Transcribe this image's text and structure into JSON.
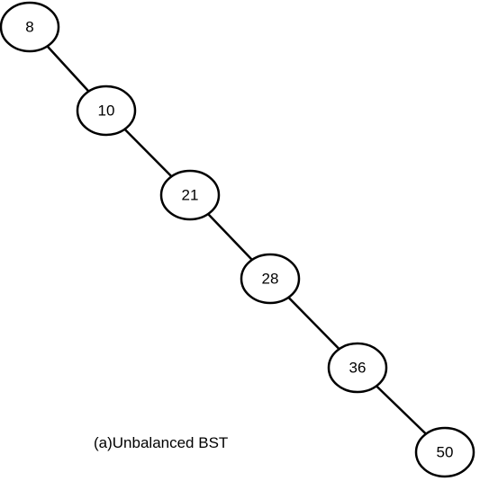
{
  "diagram": {
    "type": "binary-search-tree",
    "caption": "(a)Unbalanced BST",
    "nodes": [
      {
        "id": "n8",
        "label": "8"
      },
      {
        "id": "n10",
        "label": "10"
      },
      {
        "id": "n21",
        "label": "21"
      },
      {
        "id": "n28",
        "label": "28"
      },
      {
        "id": "n36",
        "label": "36"
      },
      {
        "id": "n50",
        "label": "50"
      }
    ],
    "edges": [
      {
        "from": "n8",
        "to": "n10",
        "side": "right"
      },
      {
        "from": "n10",
        "to": "n21",
        "side": "right"
      },
      {
        "from": "n21",
        "to": "n28",
        "side": "right"
      },
      {
        "from": "n28",
        "to": "n36",
        "side": "right"
      },
      {
        "from": "n36",
        "to": "n50",
        "side": "right"
      }
    ]
  }
}
